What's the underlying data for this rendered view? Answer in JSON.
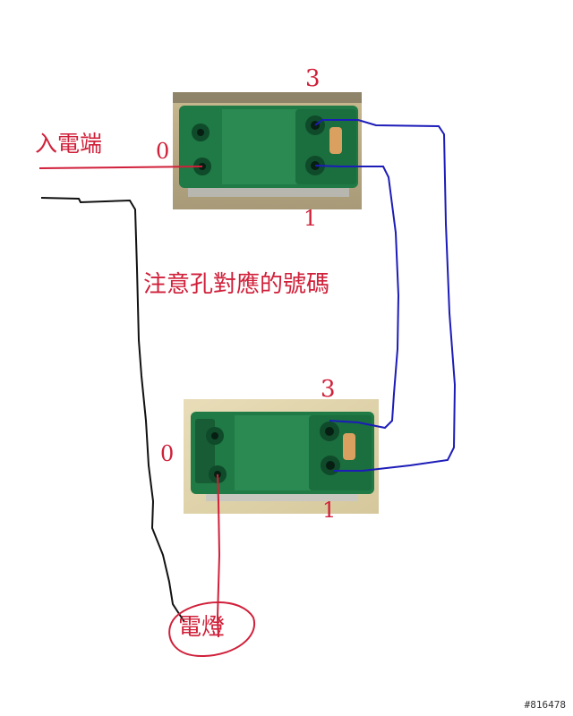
{
  "labels": {
    "input_end": "入電端",
    "note": "注意孔對應的號碼",
    "lamp": "電燈"
  },
  "switch_top": {
    "terminal_0": "0",
    "terminal_3": "3",
    "terminal_1": "1"
  },
  "switch_bottom": {
    "terminal_0": "0",
    "terminal_3": "3",
    "terminal_1": "1"
  },
  "watermark": "#816478",
  "colors": {
    "red_wire": "#d0203a",
    "blue_wire": "#1c1cb8",
    "black_wire": "#111111",
    "switch_body": "#1f7a45",
    "label_text": "#d0203a"
  }
}
